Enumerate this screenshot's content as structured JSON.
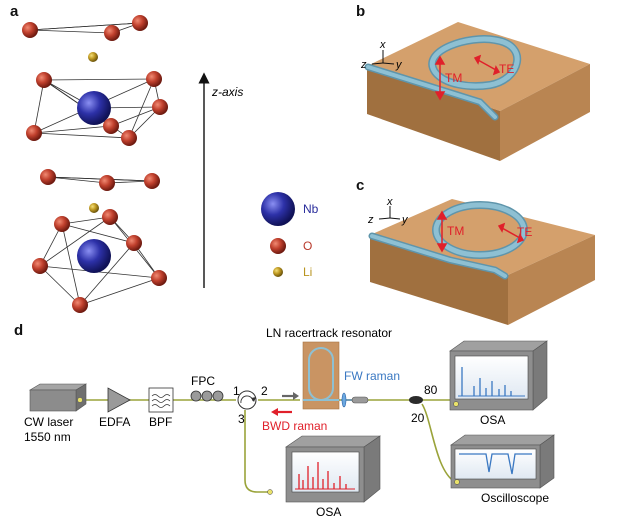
{
  "panels": {
    "a": "a",
    "b": "b",
    "c": "c",
    "d": "d"
  },
  "crystal": {
    "z_axis_label": "z-axis",
    "legend": [
      {
        "symbol": "Nb",
        "color": "#2a2d9c"
      },
      {
        "symbol": "O",
        "color": "#b8392b"
      },
      {
        "symbol": "Li",
        "color": "#b8941f"
      }
    ]
  },
  "resonator": {
    "axes": {
      "x": "x",
      "y": "y",
      "z": "z"
    },
    "mode_tm": "TM",
    "mode_te": "TE",
    "arrow_color": "#e0202a",
    "waveguide_color": "#7fb2c6",
    "substrate_color": "#c9925c"
  },
  "setup": {
    "title": "LN racertrack resonator",
    "laser_line1": "CW laser",
    "laser_line2": "1550 nm",
    "edfa": "EDFA",
    "bpf": "BPF",
    "fpc": "FPC",
    "port1": "1",
    "port2": "2",
    "port3": "3",
    "fw": "FW raman",
    "bwd": "BWD raman",
    "split80": "80",
    "split20": "20",
    "osa_top": "OSA",
    "osa_bottom": "OSA",
    "scope": "Oscilloscope",
    "fw_color": "#3a78c2",
    "bwd_color": "#e0202a",
    "fiber_color": "#9aa33a"
  }
}
